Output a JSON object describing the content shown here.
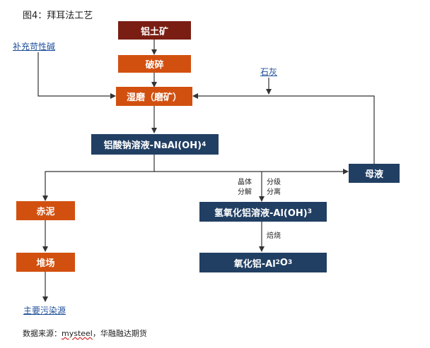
{
  "figure": {
    "title": "图4：拜耳法工艺"
  },
  "inputs": {
    "caustic": "补充苛性碱",
    "lime": "石灰"
  },
  "nodes": {
    "bauxite": "铝土矿",
    "crush": "破碎",
    "grind": "湿磨（磨矿）",
    "aluminate_prefix": "铝酸钠溶液-NaAl(OH)",
    "aluminate_sub": "4",
    "mother_liquor": "母液",
    "red_mud": "赤泥",
    "stockyard": "堆场",
    "hydroxide_prefix": "氢氧化铝溶液-Al(OH)",
    "hydroxide_sub": "3",
    "alumina_prefix": "氧化铝-Al",
    "alumina_sub1": "2",
    "alumina_mid": "O",
    "alumina_sub2": "3"
  },
  "notes": {
    "crystal_line1": "晶体",
    "crystal_line2": "分解",
    "grade_line1": "分级",
    "grade_line2": "分离",
    "calcine": "焙烧"
  },
  "outputs": {
    "pollution": "主要污染源"
  },
  "source": {
    "prefix": "数据来源：",
    "brand": "mysteel",
    "suffix": "，华融融达期货"
  }
}
